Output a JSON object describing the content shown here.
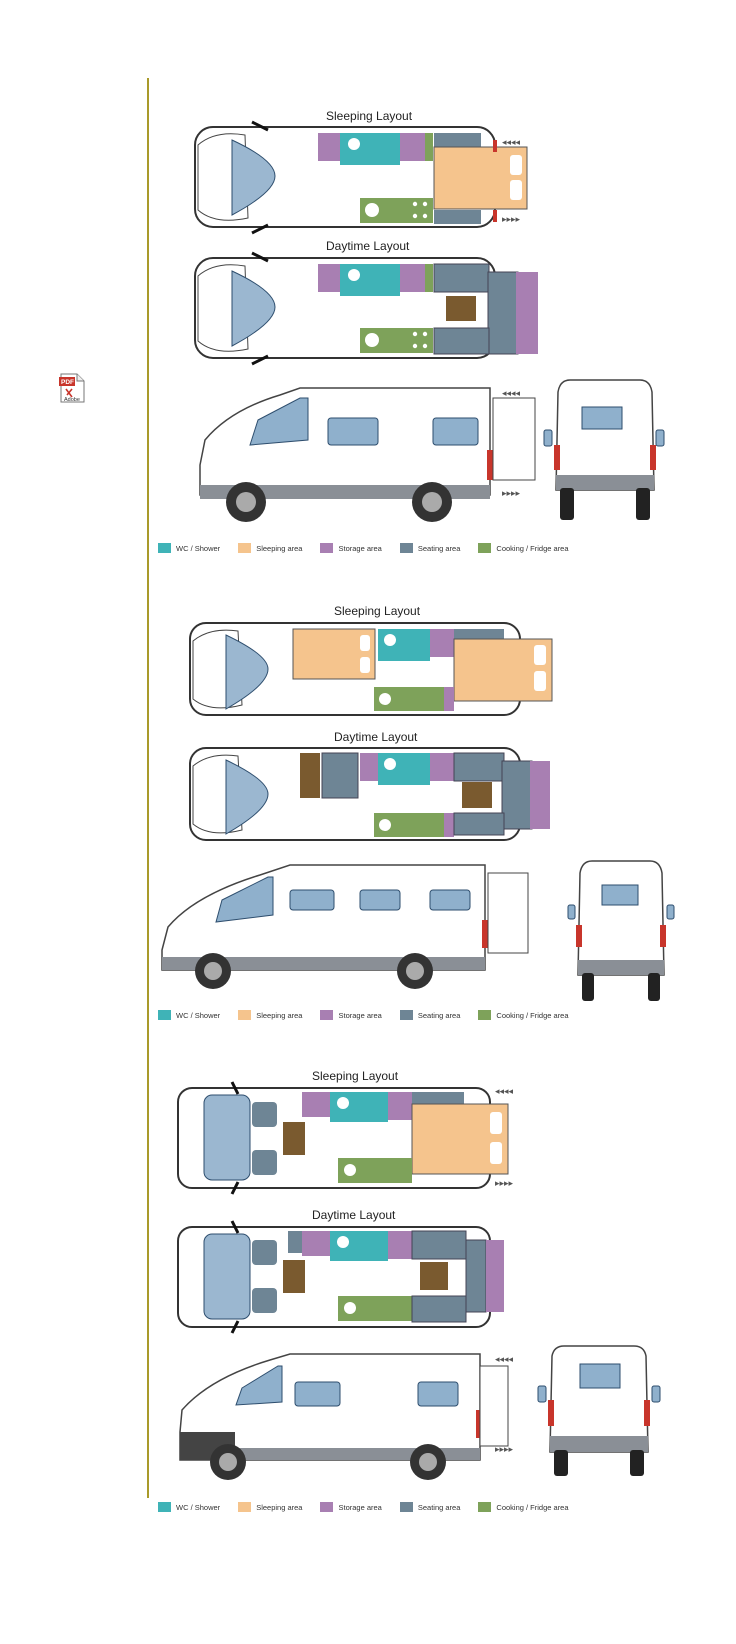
{
  "colors": {
    "wc": "#3fb3b7",
    "sleeping": "#f5c48d",
    "storage": "#a87fb2",
    "seating": "#6e8595",
    "cooking": "#7ea25a",
    "table": "#7a5a2f",
    "window": "#8fb0cc",
    "rule": "#a99a2a"
  },
  "pdf_icon": {
    "icon": "pdf-adobe-icon",
    "label": "Adobe"
  },
  "layouts": [
    {
      "sleeping_title": "Sleeping Layout",
      "daytime_title": "Daytime Layout",
      "legend": [
        "WC / Shower",
        "Sleeping area",
        "Storage area",
        "Seating area",
        "Cooking / Fridge area"
      ]
    },
    {
      "sleeping_title": "Sleeping Layout",
      "daytime_title": "Daytime Layout",
      "legend": [
        "WC / Shower",
        "Sleeping area",
        "Storage area",
        "Seating area",
        "Cooking / Fridge area"
      ]
    },
    {
      "sleeping_title": "Sleeping Layout",
      "daytime_title": "Daytime Layout",
      "legend": [
        "WC / Shower",
        "Sleeping area",
        "Storage area",
        "Seating area",
        "Cooking / Fridge area"
      ]
    }
  ]
}
